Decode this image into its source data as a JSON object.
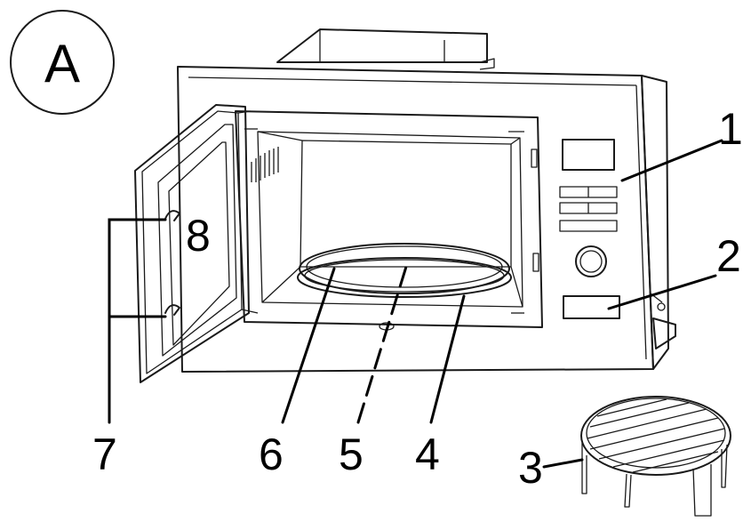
{
  "figure_badge": "A",
  "callouts": {
    "c1": "1",
    "c2": "2",
    "c3": "3",
    "c4": "4",
    "c5": "5",
    "c6": "6",
    "c7": "7",
    "c8": "8"
  }
}
